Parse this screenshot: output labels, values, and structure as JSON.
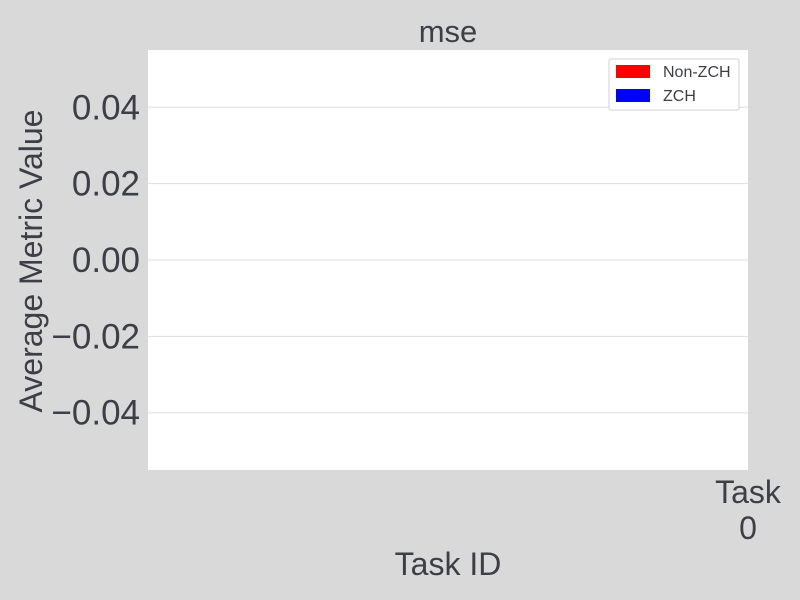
{
  "chart_data": {
    "type": "bar",
    "title": "mse",
    "xlabel": "Task ID",
    "ylabel": "Average Metric Value",
    "categories": [
      "Task\n0"
    ],
    "series": [
      {
        "name": "Non-ZCH",
        "color": "#ff0000",
        "values": [
          0
        ]
      },
      {
        "name": "ZCH",
        "color": "#0000ff",
        "values": [
          0
        ]
      }
    ],
    "ylim": [
      -0.055,
      0.055
    ],
    "yticks": [
      -0.04,
      -0.02,
      0.0,
      0.02,
      0.04
    ],
    "ytick_labels": [
      "−0.04",
      "−0.02",
      "0.00",
      "0.02",
      "0.04"
    ],
    "grid": true,
    "legend_position": "top-right",
    "colors": {
      "figure_background": "#d9d9d9",
      "plot_background": "#ffffff",
      "grid": "#dddddd",
      "text": "#3d3f47"
    }
  }
}
